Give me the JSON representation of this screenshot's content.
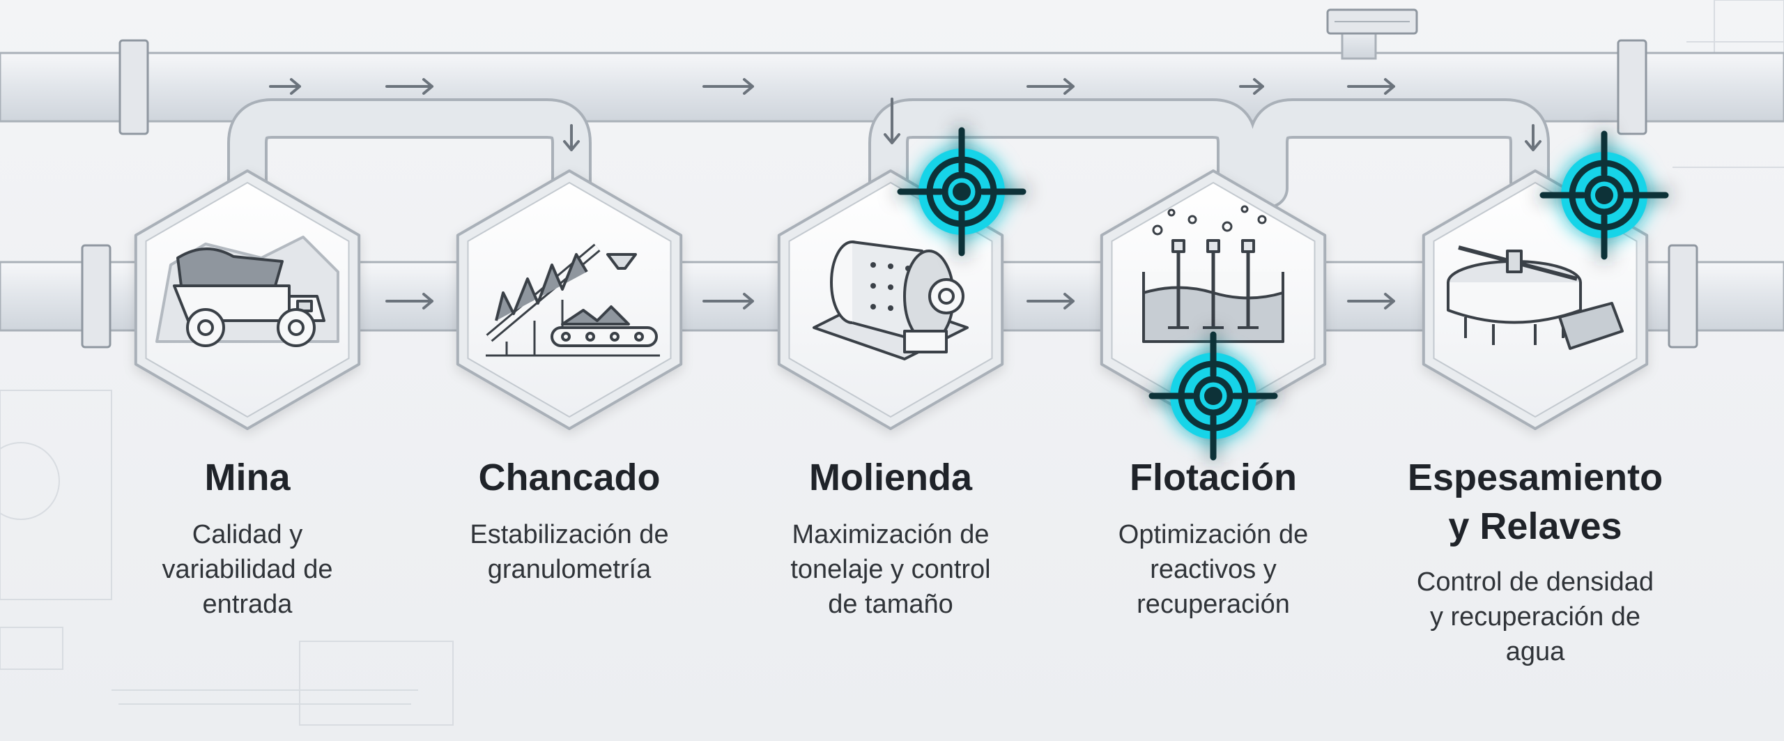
{
  "stages": [
    {
      "title": "Mina",
      "description": "Calidad y\nvariabilidad de\nentrada",
      "icon": "mining-truck-icon",
      "target": false
    },
    {
      "title": "Chancado",
      "description": "Estabilización de\ngranulometría",
      "icon": "conveyor-crusher-icon",
      "target": false
    },
    {
      "title": "Molienda",
      "description": "Maximización de\ntonelaje y control\nde tamaño",
      "icon": "grinding-mill-icon",
      "target": true
    },
    {
      "title": "Flotación",
      "description": "Optimización de\nreactivos y\nrecuperación",
      "icon": "flotation-cell-icon",
      "target": true
    },
    {
      "title": "Espesamiento\ny Relaves",
      "description": "Control de densidad\ny recuperación de\nagua",
      "icon": "thickener-tank-icon",
      "target": true
    }
  ],
  "colors": {
    "accent": "#18d4e8",
    "pipe": "#dfe3e8",
    "pipe_edge": "#a9b0b8",
    "text": "#1f2329"
  }
}
